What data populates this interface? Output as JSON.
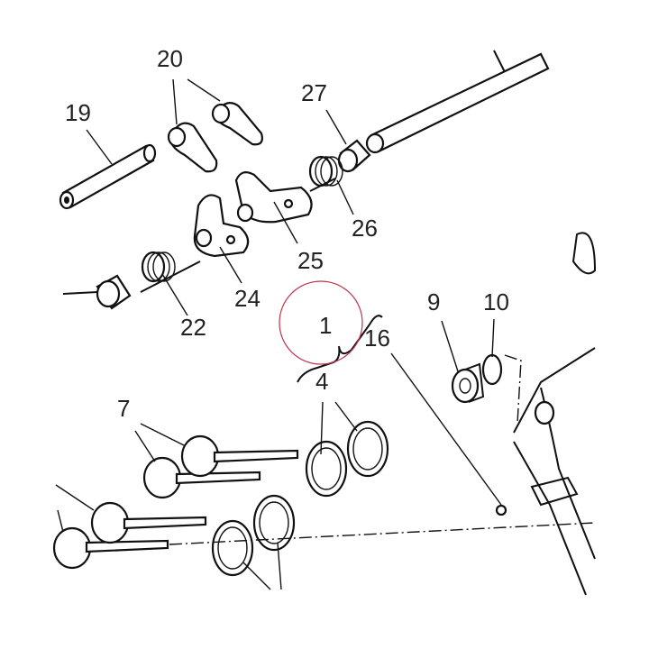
{
  "labels": {
    "l1": "1",
    "l4": "4",
    "l7": "7",
    "l9": "9",
    "l10": "10",
    "l16": "16",
    "l19": "19",
    "l20": "20",
    "l22": "22",
    "l24": "24",
    "l25": "25",
    "l26": "26",
    "l27": "27"
  },
  "colors": {
    "highlight": "#c0334a",
    "line": "#111111"
  }
}
